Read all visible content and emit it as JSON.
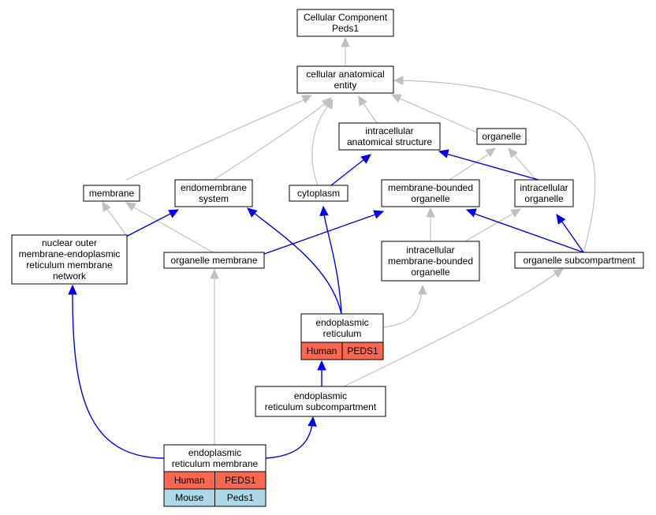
{
  "nodes": {
    "cellular_component": [
      "Cellular Component",
      "Peds1"
    ],
    "cellular_anatomical_entity": [
      "cellular anatomical",
      "entity"
    ],
    "intracellular_anatomical_structure": [
      "intracellular",
      "anatomical structure"
    ],
    "organelle": [
      "organelle"
    ],
    "membrane": [
      "membrane"
    ],
    "endomembrane_system": [
      "endomembrane",
      "system"
    ],
    "cytoplasm": [
      "cytoplasm"
    ],
    "membrane_bounded_organelle": [
      "membrane-bounded",
      "organelle"
    ],
    "intracellular_organelle": [
      "intracellular",
      "organelle"
    ],
    "nuclear_outer_membrane": [
      "nuclear outer",
      "membrane-endoplasmic",
      "reticulum membrane",
      "network"
    ],
    "organelle_membrane": [
      "organelle membrane"
    ],
    "intracellular_membrane_bounded_organelle": [
      "intracellular",
      "membrane-bounded",
      "organelle"
    ],
    "organelle_subcompartment": [
      "organelle subcompartment"
    ],
    "endoplasmic_reticulum": [
      "endoplasmic",
      "reticulum"
    ],
    "er_subcompartment": [
      "endoplasmic",
      "reticulum subcompartment"
    ],
    "er_membrane": [
      "endoplasmic",
      "reticulum membrane"
    ]
  },
  "annotations": {
    "endoplasmic_reticulum": [
      {
        "species": "Human",
        "gene": "PEDS1",
        "kind": "human"
      }
    ],
    "er_membrane": [
      {
        "species": "Human",
        "gene": "PEDS1",
        "kind": "human"
      },
      {
        "species": "Mouse",
        "gene": "Peds1",
        "kind": "mouse"
      }
    ]
  },
  "colors": {
    "human_cell": "#fa6650",
    "mouse_cell": "#add8e6",
    "is_a_edge": "#c0c0c0",
    "part_of_edge": "#0000ee"
  }
}
